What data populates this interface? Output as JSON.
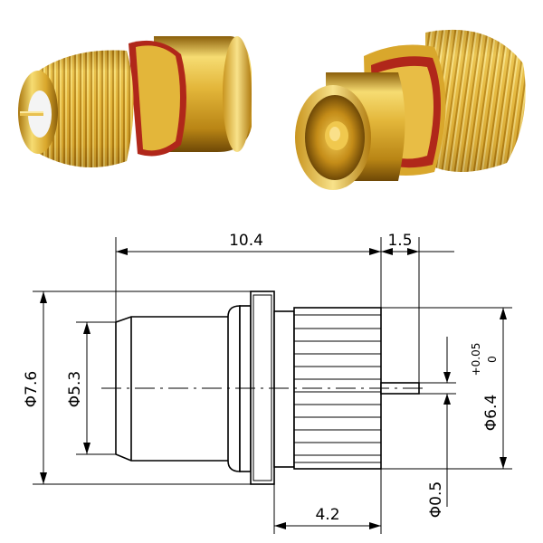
{
  "photos": {
    "left": "gold connector with knurled cap, red o-ring and protruding center pin",
    "right": "gold connector showing cylindrical socket opening with red o-ring"
  },
  "colors": {
    "gold_light": "#f6dc72",
    "gold_mid": "#e3b63a",
    "gold_dark": "#b98515",
    "gold_shadow": "#8a5e0a",
    "oring": "#b0271a",
    "line": "#000000"
  },
  "dims": {
    "length_total": "10.4",
    "pin_length": "1.5",
    "outer_dia": "Φ7.6",
    "inner_dia": "Φ5.3",
    "knurl_dia_value": "Φ6.4",
    "knurl_tol_upper": "+0.05",
    "knurl_tol_lower": "0",
    "pin_dia": "Φ0.5",
    "knurl_length": "4.2"
  }
}
